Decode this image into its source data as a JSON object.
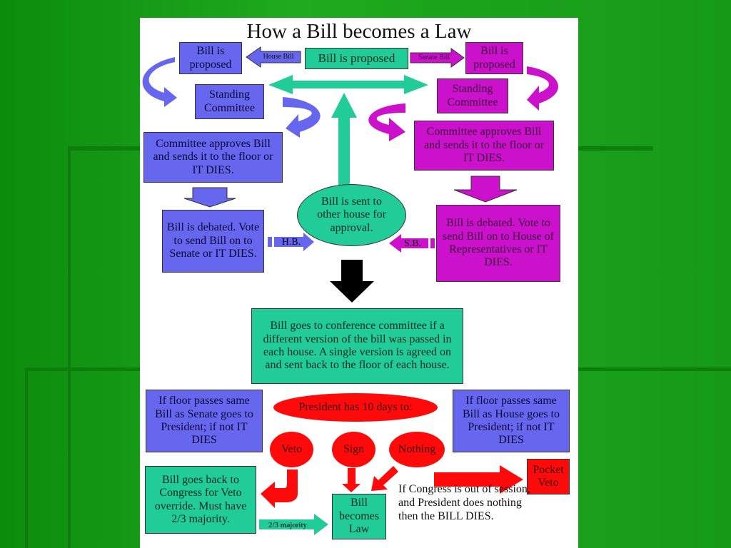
{
  "title": "How a Bill becomes a Law",
  "colors": {
    "house": "#6666ee",
    "senate": "#cc11cc",
    "shared": "#22cc99",
    "president": "#ff0a0a"
  },
  "top": {
    "proposed": "Bill is proposed",
    "house_label": "House Bill",
    "senate_label": "Senate Bill"
  },
  "house": {
    "proposed": "Bill is proposed",
    "committee": "Standing Committee",
    "approves": "Committee approves Bill and sends it to the floor or IT DIES.",
    "debated": "Bill is debated. Vote to send Bill on to Senate or IT DIES.",
    "arrow_label": "H.B."
  },
  "senate": {
    "proposed": "Bill is proposed",
    "committee": "Standing Committee",
    "approves": "Committee approves Bill and sends it to the floor or IT DIES.",
    "debated": "Bill is debated. Vote to send Bill on to House of Representatives or IT DIES.",
    "arrow_label": "S.B."
  },
  "other_house": "Bill is sent to other house for approval.",
  "conference": "Bill goes to conference committee if a different version of the bill was passed in each house. A single version is agreed on and sent back to the floor of each house.",
  "floor_left": "If floor passes same Bill as Senate goes to President; if not IT DIES",
  "floor_right": "If floor passes same Bill as House goes to President; if not IT DIES",
  "president": "President has 10 days to:",
  "options": {
    "veto": "Veto",
    "sign": "Sign",
    "nothing": "Nothing"
  },
  "override": "Bill goes back to Congress for Veto override. Must have 2/3 majority.",
  "majority_label": "2/3 majority",
  "law": "Bill becomes Law",
  "pocket_note": "If Congress is out of session, and President does nothing then the BILL DIES.",
  "pocket_veto": "Pocket Veto"
}
